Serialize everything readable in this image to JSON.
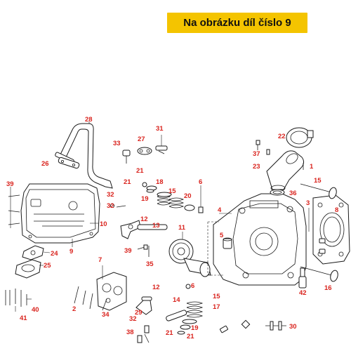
{
  "banner": {
    "text": "Na obrázku díl číslo 9"
  },
  "labels": [
    {
      "id": "1",
      "t": "1"
    },
    {
      "id": "2",
      "t": "2"
    },
    {
      "id": "3",
      "t": "3"
    },
    {
      "id": "4",
      "t": "4"
    },
    {
      "id": "5",
      "t": "5"
    },
    {
      "id": "6a",
      "t": "6"
    },
    {
      "id": "6b",
      "t": "6"
    },
    {
      "id": "7",
      "t": "7"
    },
    {
      "id": "8",
      "t": "8"
    },
    {
      "id": "9",
      "t": "9"
    },
    {
      "id": "10",
      "t": "10"
    },
    {
      "id": "11",
      "t": "11"
    },
    {
      "id": "12a",
      "t": "12"
    },
    {
      "id": "12b",
      "t": "12"
    },
    {
      "id": "13",
      "t": "13"
    },
    {
      "id": "14",
      "t": "14"
    },
    {
      "id": "15a",
      "t": "15"
    },
    {
      "id": "15b",
      "t": "15"
    },
    {
      "id": "16",
      "t": "16"
    },
    {
      "id": "17",
      "t": "17"
    },
    {
      "id": "18",
      "t": "18"
    },
    {
      "id": "19a",
      "t": "19"
    },
    {
      "id": "19b",
      "t": "19"
    },
    {
      "id": "20",
      "t": "20"
    },
    {
      "id": "21a",
      "t": "21"
    },
    {
      "id": "21b",
      "t": "21"
    },
    {
      "id": "21c",
      "t": "21"
    },
    {
      "id": "22",
      "t": "22"
    },
    {
      "id": "23",
      "t": "23"
    },
    {
      "id": "24",
      "t": "24"
    },
    {
      "id": "25",
      "t": "25"
    },
    {
      "id": "26",
      "t": "26"
    },
    {
      "id": "27",
      "t": "27"
    },
    {
      "id": "28",
      "t": "28"
    },
    {
      "id": "29",
      "t": "29"
    },
    {
      "id": "30",
      "t": "30"
    },
    {
      "id": "31",
      "t": "31"
    },
    {
      "id": "32a",
      "t": "32"
    },
    {
      "id": "32b",
      "t": "32"
    },
    {
      "id": "33",
      "t": "33"
    },
    {
      "id": "34",
      "t": "34"
    },
    {
      "id": "35",
      "t": "35"
    },
    {
      "id": "36",
      "t": "36"
    },
    {
      "id": "37",
      "t": "37"
    },
    {
      "id": "38",
      "t": "38"
    },
    {
      "id": "39a",
      "t": "39"
    },
    {
      "id": "39b",
      "t": "39"
    },
    {
      "id": "40",
      "t": "40"
    },
    {
      "id": "41",
      "t": "41"
    },
    {
      "id": "42",
      "t": "42"
    }
  ]
}
